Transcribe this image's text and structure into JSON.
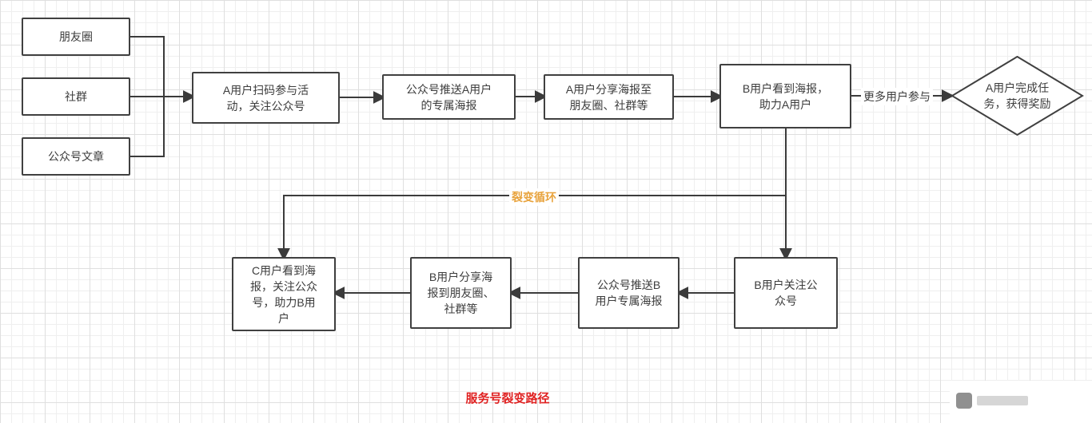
{
  "diagram": {
    "title": "服务号裂变路径",
    "loop_label": "裂变循环",
    "edge_label_more_users": "更多用户参与",
    "nodes": {
      "moments": "朋友圈",
      "community": "社群",
      "article": "公众号文章",
      "scan": "A用户扫码参与活\n动，关注公众号",
      "push_a": "公众号推送A用户\n的专属海报",
      "share_a": "A用户分享海报至\n朋友圈、社群等",
      "b_see": "B用户看到海报，\n助力A用户",
      "reward": "A用户完成任\n务，获得奖励",
      "b_follow": "B用户关注公\n众号",
      "push_b": "公众号推送B\n用户专属海报",
      "share_b": "B用户分享海\n报到朋友圈、\n社群等",
      "c_see": "C用户看到海\n报，关注公众\n号，助力B用\n户"
    },
    "colors": {
      "line": "#3b3b3b",
      "loop_label": "#e8a33d",
      "title": "#e02222",
      "node_border": "#404040",
      "text": "#3c3c3c"
    }
  }
}
